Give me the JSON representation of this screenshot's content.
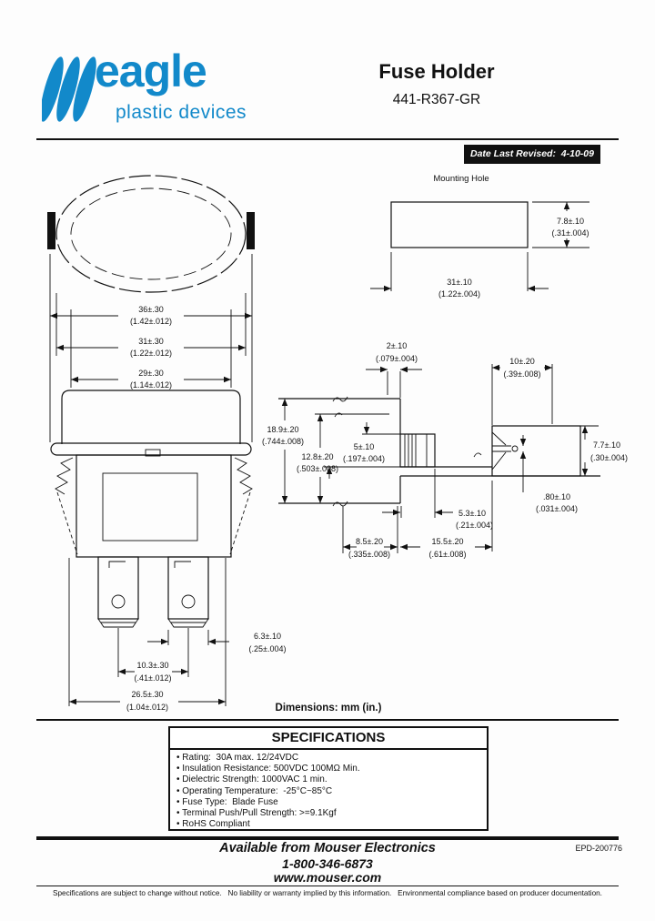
{
  "header": {
    "brand_name": "eagle",
    "brand_tagline": "plastic devices",
    "brand_color": "#1289ca",
    "title": "Fuse Holder",
    "part_number": "441-R367-GR",
    "date_revised": "Date Last Revised:  4-10-09"
  },
  "drawing": {
    "mounting_hole_label": "Mounting Hole",
    "dims_note": "Dimensions: mm (in.)",
    "dims": {
      "d36": {
        "mm": "36±.30",
        "in": "(1.42±.012)"
      },
      "d31": {
        "mm": "31±.30",
        "in": "(1.22±.012)"
      },
      "d29": {
        "mm": "29±.30",
        "in": "(1.14±.012)"
      },
      "mh_h": {
        "mm": "7.8±.10",
        "in": "(.31±.004)"
      },
      "mh_w": {
        "mm": "31±.10",
        "in": "(1.22±.004)"
      },
      "d2": {
        "mm": "2±.10",
        "in": "(.079±.004)"
      },
      "d10": {
        "mm": "10±.20",
        "in": "(.39±.008)"
      },
      "d18_9": {
        "mm": "18.9±.20",
        "in": "(.744±.008)"
      },
      "d12_8": {
        "mm": "12.8±.20",
        "in": "(.503±.008)"
      },
      "d5": {
        "mm": "5±.10",
        "in": "(.197±.004)"
      },
      "d7_7": {
        "mm": "7.7±.10",
        "in": "(.30±.004)"
      },
      "d0_8": {
        "mm": ".80±.10",
        "in": "(.031±.004)"
      },
      "d5_3": {
        "mm": "5.3±.10",
        "in": "(.21±.004)"
      },
      "d8_5": {
        "mm": "8.5±.20",
        "in": "(.335±.008)"
      },
      "d15_5": {
        "mm": "15.5±.20",
        "in": "(.61±.008)"
      },
      "d6_3": {
        "mm": "6.3±.10",
        "in": "(.25±.004)"
      },
      "d10_3": {
        "mm": "10.3±.30",
        "in": "(.41±.012)"
      },
      "d26_5": {
        "mm": "26.5±.30",
        "in": "(1.04±.012)"
      }
    }
  },
  "specifications": {
    "title": "SPECIFICATIONS",
    "items": [
      "• Rating:  30A max. 12/24VDC",
      "• Insulation Resistance: 500VDC 100MΩ Min.",
      "• Dielectric Strength: 1000VAC 1 min.",
      "• Operating Temperature:  -25°C~85°C",
      "• Fuse Type:  Blade Fuse",
      "• Terminal Push/Pull Strength: >=9.1Kgf",
      "• RoHS Compliant"
    ]
  },
  "footer": {
    "distributor": "Available from Mouser Electronics",
    "phone": "1-800-346-6873",
    "website": "www.mouser.com",
    "doc_number": "EPD-200776",
    "disclaimer": "Specifications are subject to change without notice.   No liability or warranty implied by this information.   Environmental compliance based on producer documentation."
  }
}
